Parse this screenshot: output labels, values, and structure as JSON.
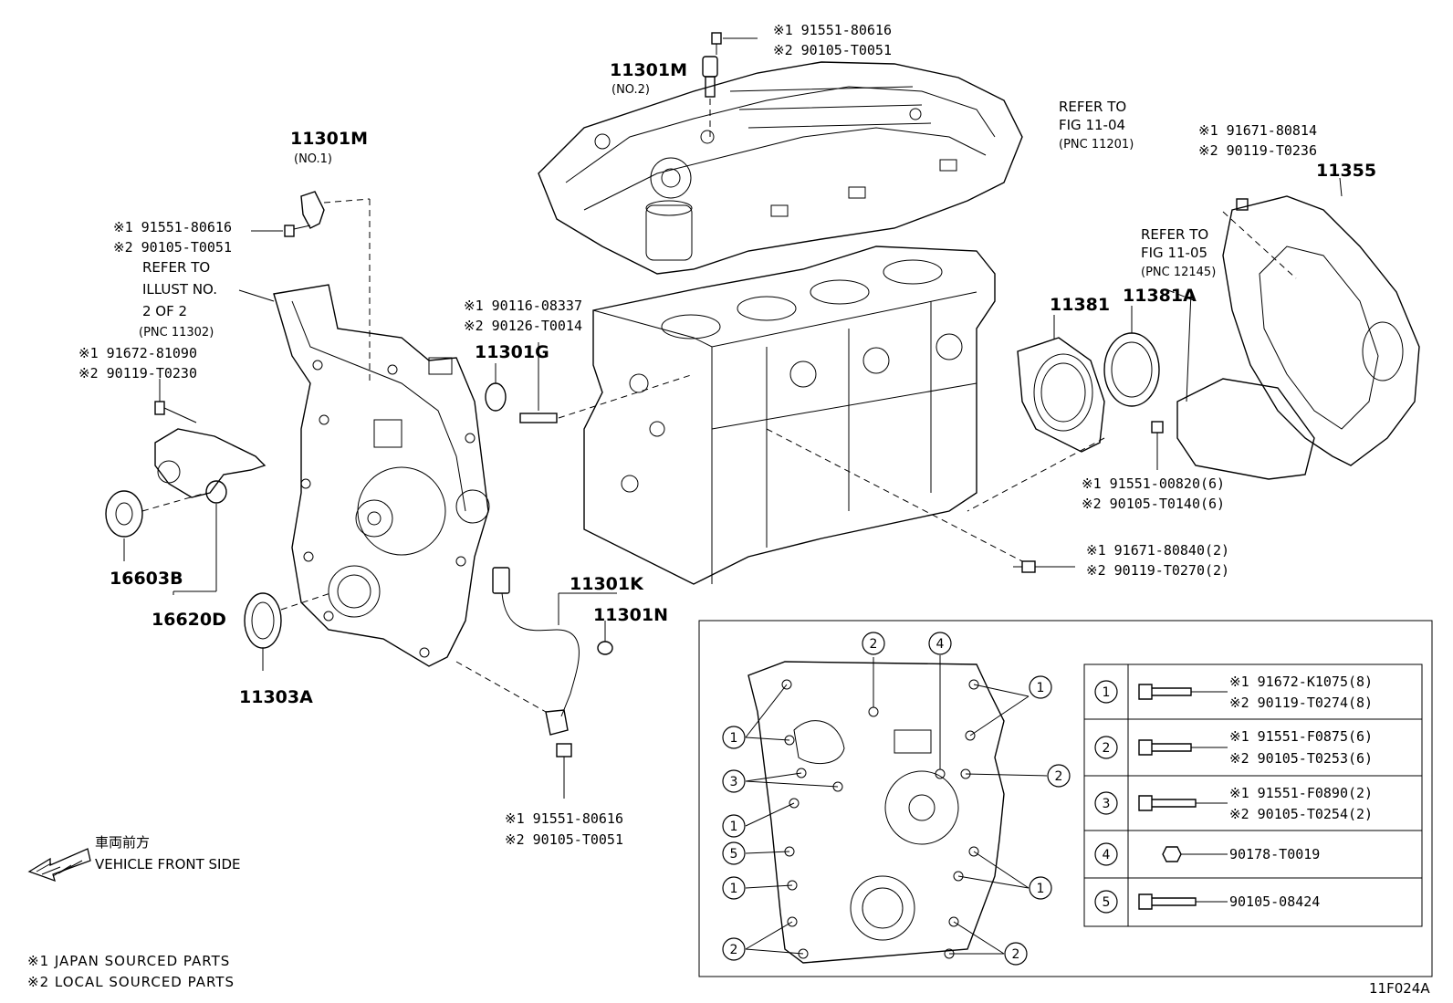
{
  "labels": {
    "l_11301m_no2": "11301M",
    "l_no2": "(NO.2)",
    "top_a": "※1 91551-80616",
    "top_b": "※2 90105-T0051",
    "ref_fig1104_a": "REFER TO",
    "ref_fig1104_b": "FIG 11-04",
    "ref_fig1104_c": "(PNC 11201)",
    "r1_a": "※1 91671-80814",
    "r1_b": "※2 90119-T0236",
    "l_11355": "11355",
    "ref_fig1105_a": "REFER TO",
    "ref_fig1105_b": "FIG 11-05",
    "ref_fig1105_c": "(PNC 12145)",
    "l_11381": "11381",
    "l_11381a": "11381A",
    "r2_a": "※1 91551-00820(6)",
    "r2_b": "※2 90105-T0140(6)",
    "r3_a": "※1 91671-80840(2)",
    "r3_b": "※2 90119-T0270(2)",
    "l_11301m_no1": "11301M",
    "l_no1": "(NO.1)",
    "lt_a": "※1 91551-80616",
    "lt_b": "※2 90105-T0051",
    "ref_illus_a": "REFER TO",
    "ref_illus_b": "ILLUST NO.",
    "ref_illus_c": "2 OF 2",
    "ref_illus_d": "(PNC 11302)",
    "lb_a": "※1 91672-81090",
    "lb_b": "※2 90119-T0230",
    "mid_a": "※1 90116-08337",
    "mid_b": "※2 90126-T0014",
    "l_11301g": "11301G",
    "l_16603b": "16603B",
    "l_16620d": "16620D",
    "l_11303a": "11303A",
    "l_11301k": "11301K",
    "l_11301n": "11301N",
    "bot_a": "※1 91551-80616",
    "bot_b": "※2 90105-T0051",
    "dir_jp": "車両前方",
    "dir_en": "VEHICLE FRONT SIDE",
    "foot1": "※1 JAPAN SOURCED PARTS",
    "foot2": "※2 LOCAL SOURCED PARTS",
    "fig_id": "11F024A"
  },
  "callouts": {
    "c1": "1",
    "c2": "2",
    "c3": "3",
    "c4": "4",
    "c5": "5"
  },
  "table": [
    {
      "num": "1",
      "a": "※1  91672-K1075(8)",
      "b": "※2  90119-T0274(8)"
    },
    {
      "num": "2",
      "a": "※1  91551-F0875(6)",
      "b": "※2  90105-T0253(6)"
    },
    {
      "num": "3",
      "a": "※1  91551-F0890(2)",
      "b": "※2  90105-T0254(2)"
    },
    {
      "num": "4",
      "a": "90178-T0019",
      "b": ""
    },
    {
      "num": "5",
      "a": "90105-08424",
      "b": ""
    }
  ]
}
